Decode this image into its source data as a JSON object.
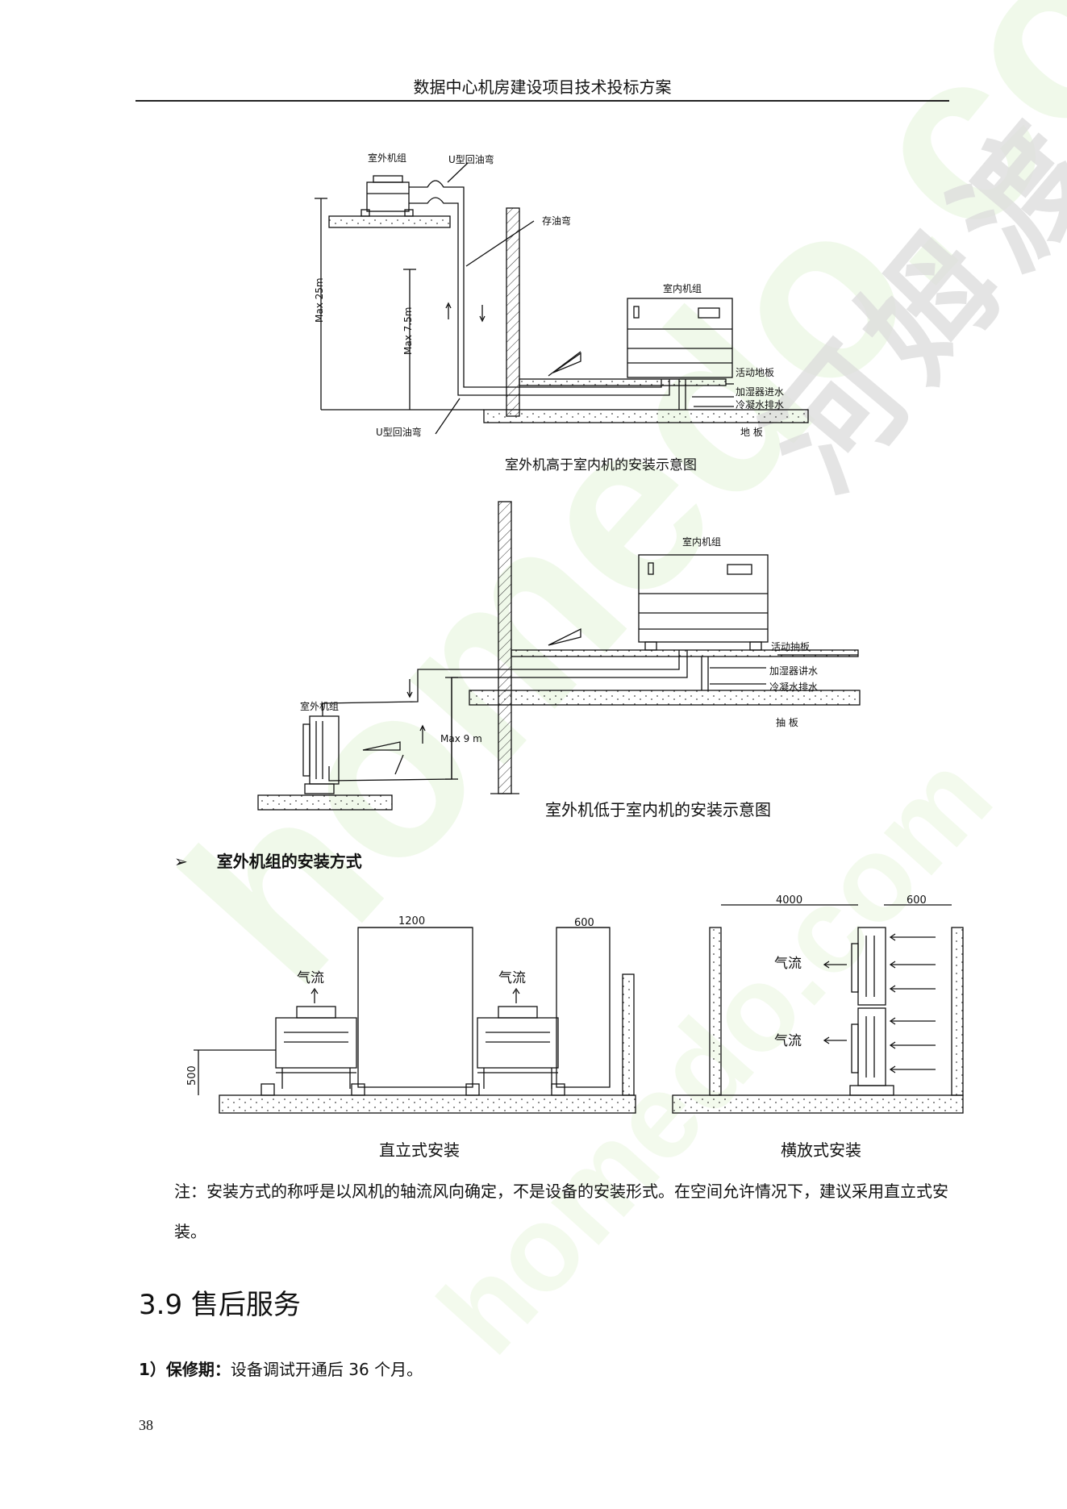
{
  "header": {
    "title": "数据中心机房建设项目技术投标方案"
  },
  "diagram1": {
    "label_outdoor": "室外机组",
    "label_u_trap_top": "U型回油弯",
    "label_oil_trap": "存油弯",
    "label_indoor": "室内机组",
    "label_raised_floor": "活动地板",
    "label_humid_in": "加湿器进水",
    "label_cond_drain": "冷凝水排水",
    "label_floor": "地 板",
    "label_u_trap_bottom": "U型回油弯",
    "label_max25": "Max 25m",
    "label_max75": "Max 7.5m",
    "caption": "室外机高于室内机的安装示意图"
  },
  "diagram2": {
    "label_indoor": "室内机组",
    "label_raised_floor": "活动抽板",
    "label_humid_in": "加湿器讲水",
    "label_cond_drain": "冷凝水排水",
    "label_floor": "抽 板",
    "label_outdoor": "室外机组",
    "label_max9": "Max 9 m",
    "caption": "室外机低于室内机的安装示意图"
  },
  "bullet": {
    "symbol": "➢",
    "text": "室外机组的安装方式"
  },
  "diagram3": {
    "dim_1200": "1200",
    "dim_600a": "600",
    "dim_500": "500",
    "airflow1": "气流",
    "airflow2": "气流",
    "caption": "直立式安装"
  },
  "diagram4": {
    "dim_4000": "4000",
    "dim_600": "600",
    "airflow1": "气流",
    "airflow2": "气流",
    "caption": "横放式安装"
  },
  "note": {
    "text": "注：安装方式的称呼是以风机的轴流风向确定，不是设备的安装形式。在空间允许情况下，建议采用直立式安装。"
  },
  "section": {
    "title": "3.9 售后服务"
  },
  "para": {
    "label": "1）保修期：",
    "text": "设备调试开通后 36 个月。"
  },
  "page": {
    "number": "38"
  }
}
